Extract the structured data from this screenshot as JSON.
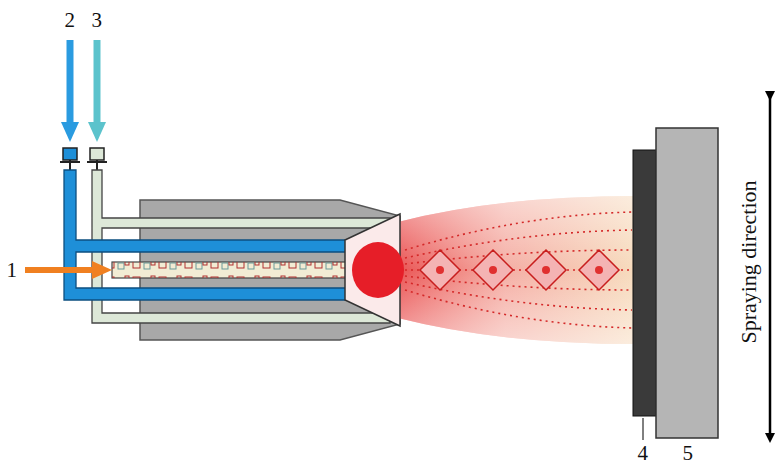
{
  "diagram": {
    "labels": [
      "2",
      "3",
      "1",
      "Spraying direction",
      "4",
      "5"
    ]
  }
}
